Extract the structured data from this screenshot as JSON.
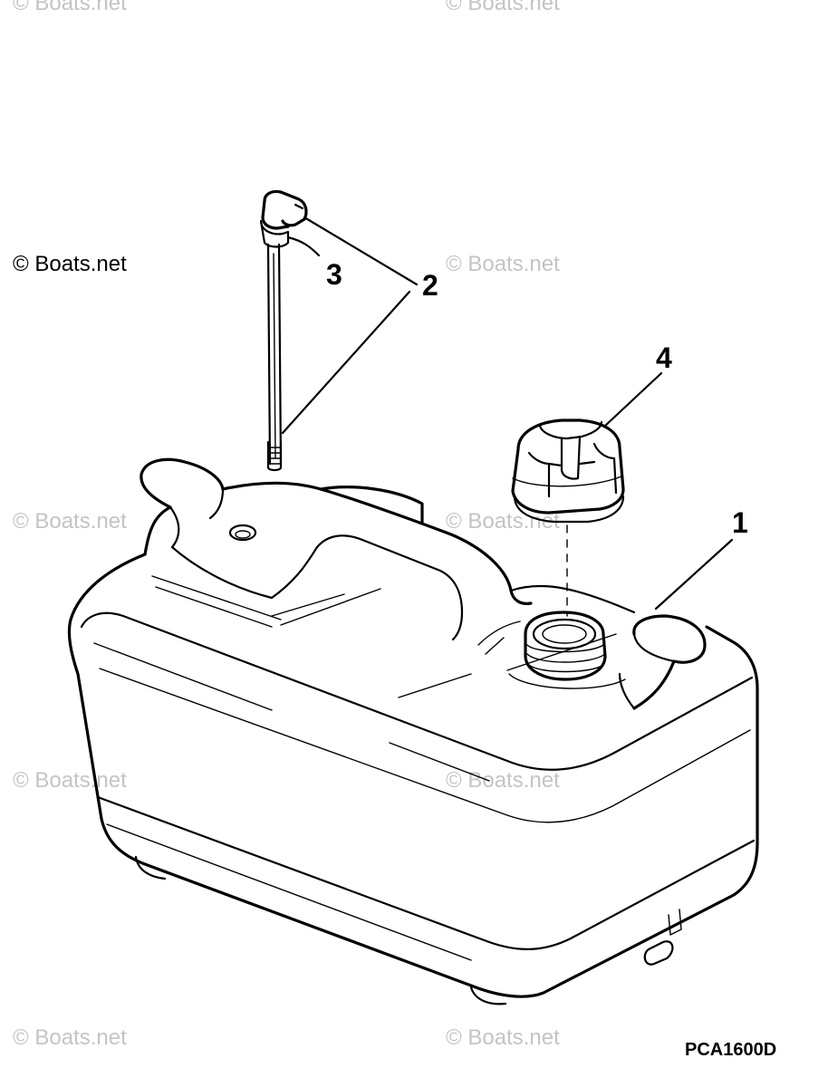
{
  "watermarks": [
    "© Boats.net",
    "© Boats.net",
    "© Boats.net",
    "© Boats.net",
    "© Boats.net",
    "© Boats.net",
    "© Boats.net",
    "© Boats.net",
    "© Boats.net"
  ],
  "copyright": "© Boats.net",
  "figure_code": "PCA1600D",
  "callouts": [
    "1",
    "2",
    "3",
    "4"
  ]
}
